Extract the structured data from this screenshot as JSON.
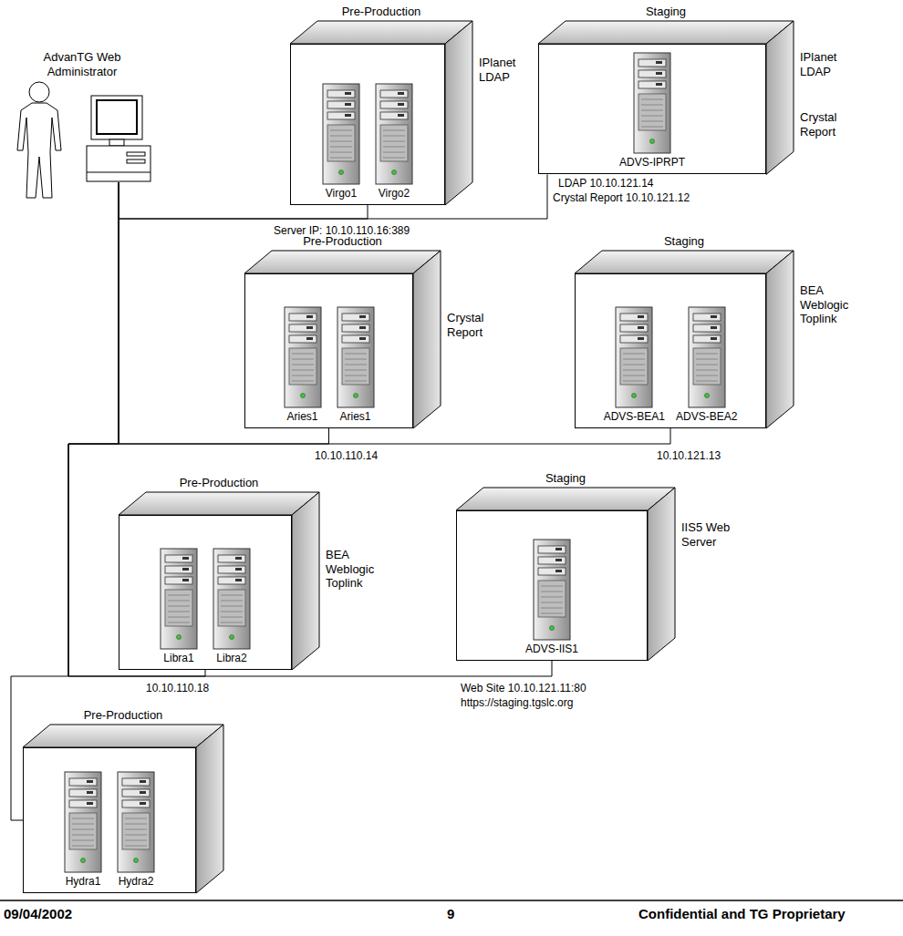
{
  "diagram": {
    "nodes": [
      {
        "text": [
          "AdvanTG Web Administrator"
        ]
      },
      {
        "text": [
          "Pre-Production",
          "IPlanet LDAP"
        ]
      },
      {
        "text": [
          "Virgo1"
        ],
        "in": 1
      },
      {
        "text": [
          "Virgo2"
        ],
        "in": 1
      },
      {
        "text": [
          "Staging",
          "IPlanet LDAP",
          "Crystal Report"
        ]
      },
      {
        "text": [
          "ADVS-IPRPT"
        ],
        "in": 4
      },
      {
        "text": [
          "Pre-Production",
          "Crystal Report"
        ]
      },
      {
        "text": [
          "Aries1"
        ],
        "in": 6
      },
      {
        "text": [
          "Aries1"
        ],
        "in": 6
      },
      {
        "text": [
          "Staging",
          "BEA Weblogic Toplink"
        ]
      },
      {
        "text": [
          "ADVS-BEA1"
        ],
        "in": 9
      },
      {
        "text": [
          "ADVS-BEA2"
        ],
        "in": 9
      },
      {
        "text": [
          "Pre-Production",
          "BEA Weblogic Toplink"
        ]
      },
      {
        "text": [
          "Libra1"
        ],
        "in": 12
      },
      {
        "text": [
          "Libra2"
        ],
        "in": 12
      },
      {
        "text": [
          "Staging",
          "IIS5 Web Server"
        ]
      },
      {
        "text": [
          "ADVS-IIS1"
        ],
        "in": 15
      },
      {
        "text": [
          "Pre-Production"
        ]
      },
      {
        "text": [
          "Hydra1"
        ],
        "in": 17
      },
      {
        "text": [
          "Hydra2"
        ],
        "in": 17
      }
    ],
    "edges": [
      {
        "from": 0,
        "to": 1,
        "arrow": "none"
      },
      {
        "from": 0,
        "to": 4,
        "arrow": "none"
      },
      {
        "from": 0,
        "to": 6,
        "arrow": "none"
      },
      {
        "from": 0,
        "to": 9,
        "arrow": "none"
      },
      {
        "from": 0,
        "to": 12,
        "arrow": "none"
      },
      {
        "from": 0,
        "to": 15,
        "arrow": "none"
      },
      {
        "from": 0,
        "to": 17,
        "arrow": "none"
      }
    ],
    "labels": [
      "LDAP 10.10.121.14",
      "Crystal Report 10.10.121.12",
      "Server IP: 10.10.110.16:389",
      "10.10.110.14",
      "10.10.121.13",
      "10.10.110.18",
      "Web Site 10.10.121.11:80",
      "https://staging.tgslc.org",
      "09/04/2002",
      "9",
      "Confidential and TG Proprietary"
    ]
  }
}
